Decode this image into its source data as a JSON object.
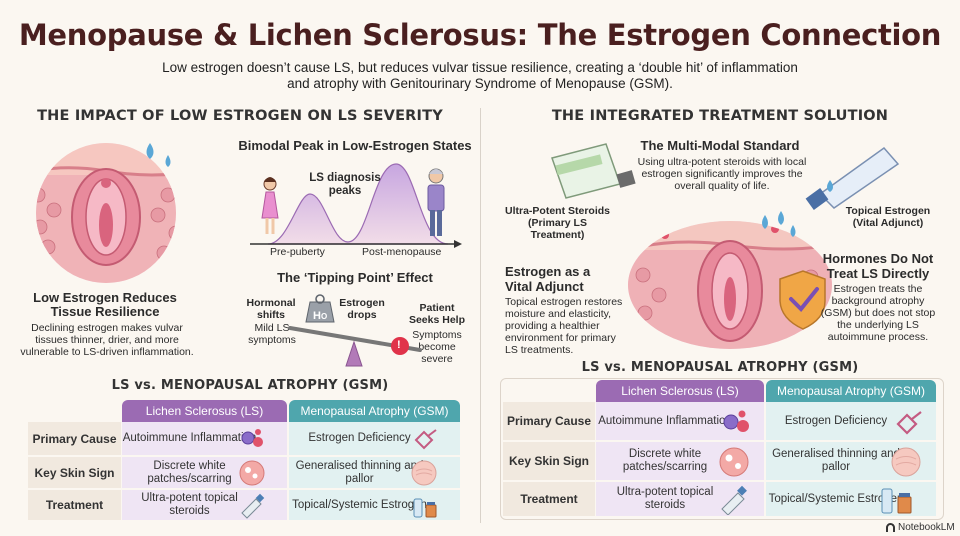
{
  "header": {
    "title": "Menopause & Lichen Sclerosus: The Estrogen Connection",
    "subtitle": "Low estrogen doesn’t cause LS, but reduces vulvar tissue resilience, creating a ‘double hit’ of inflammation and atrophy with Genitourinary Syndrome of Menopause (GSM)."
  },
  "left": {
    "heading": "THE IMPACT OF LOW ESTROGEN ON LS SEVERITY",
    "tissue": {
      "title": "Low Estrogen Reduces Tissue Resilience",
      "body": "Declining estrogen makes vulvar tissues thinner, drier, and more vulnerable to LS-driven inflammation."
    },
    "bimodal": {
      "title": "Bimodal Peak in Low-Estrogen States",
      "peak_label": "LS diagnosis peaks",
      "x_left": "Pre-puberty",
      "x_right": "Post-menopause"
    },
    "tipping": {
      "title": "The ‘Tipping Point’ Effect",
      "hormonal": "Hormonal shifts",
      "mild": "Mild LS symptoms",
      "estrogen_drops": "Estrogen drops",
      "weight_label": "H",
      "weight_sub": "O",
      "patient": "Patient Seeks Help",
      "severe": "Symptoms become severe",
      "alert": "!"
    },
    "table_title": "LS vs. MENOPAUSAL ATROPHY (GSM)"
  },
  "right": {
    "heading": "THE INTEGRATED TREATMENT SOLUTION",
    "multimodal": {
      "title": "The Multi-Modal Standard",
      "body": "Using ultra-potent steroids with local estrogen significantly improves the overall quality of life."
    },
    "steroids_label": "Ultra-Potent Steroids (Primary LS Treatment)",
    "estrogen_label": "Topical Estrogen (Vital Adjunct)",
    "adjunct": {
      "title": "Estrogen as a Vital Adjunct",
      "body": "Topical estrogen restores moisture and elasticity, providing a healthier environment for primary LS treatments."
    },
    "hormones": {
      "title": "Hormones Do Not Treat LS Directly",
      "body": "Estrogen treats the background atrophy (GSM) but does not stop the underlying LS autoimmune process."
    },
    "table_title": "LS vs. MENOPAUSAL ATROPHY (GSM)"
  },
  "table": {
    "col_ls": "Lichen Sclerosus (LS)",
    "col_gsm": "Menopausal Atrophy (GSM)",
    "rows": [
      {
        "label": "Primary Cause",
        "ls": "Autoimmune Inflammation",
        "gsm": "Estrogen Deficiency"
      },
      {
        "label": "Key Skin Sign",
        "ls": "Discrete white patches/scarring",
        "gsm": "Generalised thinning and pallor"
      },
      {
        "label": "Treatment",
        "ls": "Ultra-potent topical steroids",
        "gsm": "Topical/Systemic Estrogen"
      }
    ]
  },
  "brand": "NotebookLM",
  "colors": {
    "ls": "#9b6bb3",
    "gsm": "#4fa6ad",
    "title": "#4a1f1f"
  }
}
